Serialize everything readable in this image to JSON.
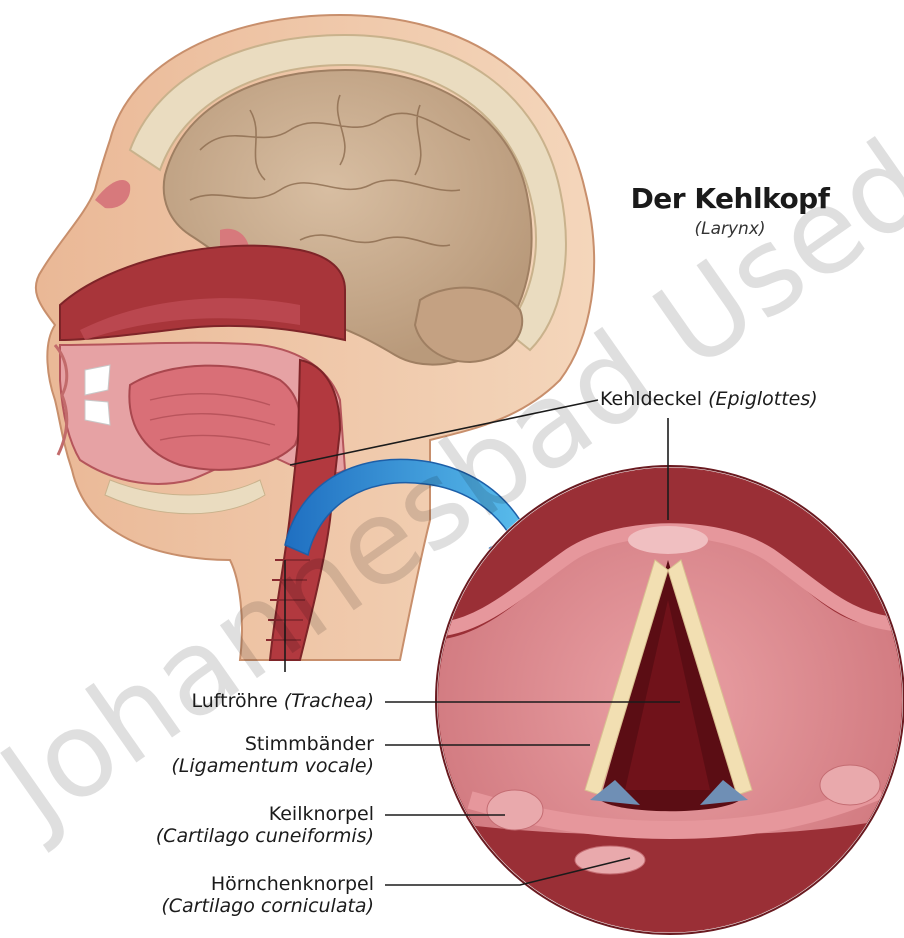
{
  "title": "Der Kehlkopf",
  "subtitle": "(Larynx)",
  "watermark": "Johannesbad Usedom GmbH",
  "labels": {
    "epiglottis": {
      "name": "Kehldeckel",
      "latin": "(Epiglottes)"
    },
    "trachea": {
      "name": "Luftröhre",
      "latin": "(Trachea)"
    },
    "vocal_cords": {
      "name": "Stimmbänder",
      "latin": "(Ligamentum vocale)"
    },
    "cuneiform": {
      "name": "Keilknorpel",
      "latin": "(Cartilago cuneiformis)"
    },
    "corniculate": {
      "name": "Hörnchenknorpel",
      "latin": "(Cartilago corniculata)"
    }
  },
  "colors": {
    "skin": "#f0c9a6",
    "skin_shadow": "#d9a986",
    "brain": "#c7a98a",
    "bone": "#e9dfc6",
    "muscle": "#b2393f",
    "mucosa": "#e7989c",
    "arrow": "#2f8fd8",
    "cartilage": "#f2dfb2"
  }
}
